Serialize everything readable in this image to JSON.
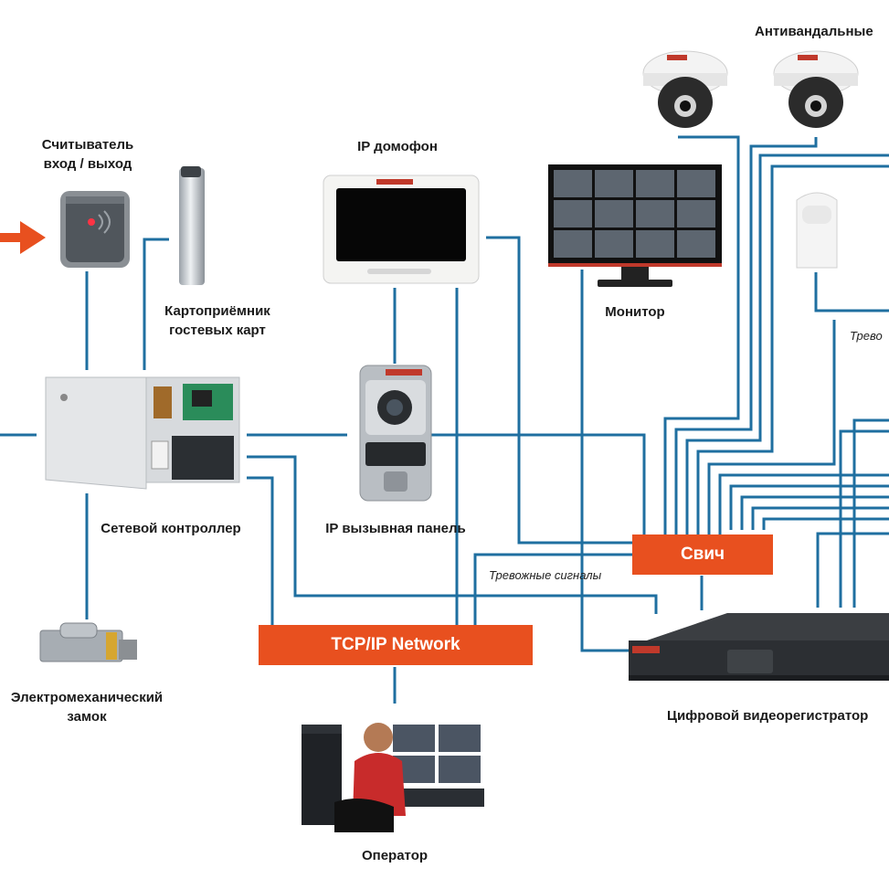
{
  "labels": {
    "reader": "Считыватель\nвход / выход",
    "card_receiver": "Картоприёмник\nгостевых карт",
    "controller": "Сетевой контроллер",
    "lock": "Электромеханический\nзамок",
    "ip_intercom": "IP домофон",
    "call_panel": "IP вызывная панель",
    "monitor": "Монитор",
    "operator": "Оператор",
    "cameras": "Антивандальные",
    "dvr": "Цифровой видеорегистратор",
    "alarm_left": "Тревожные сигналы",
    "alarm_right": "Трево"
  },
  "network": {
    "switch": "Свич",
    "tcpip": "TCP/IP Network"
  },
  "colors": {
    "wire": "#1f6fa0",
    "accent": "#e8501f"
  },
  "icons": {
    "arrow": "arrow-right-icon",
    "reader": "card-reader-icon",
    "card_receiver": "card-receiver-icon",
    "controller": "controller-box-icon",
    "lock": "electromechanical-lock-icon",
    "intercom": "ip-intercom-icon",
    "call_panel": "call-panel-icon",
    "monitor": "monitor-icon",
    "dome_camera": "dome-camera-icon",
    "motion_sensor": "motion-sensor-icon",
    "dvr": "dvr-icon",
    "operator": "operator-workstation-icon"
  }
}
